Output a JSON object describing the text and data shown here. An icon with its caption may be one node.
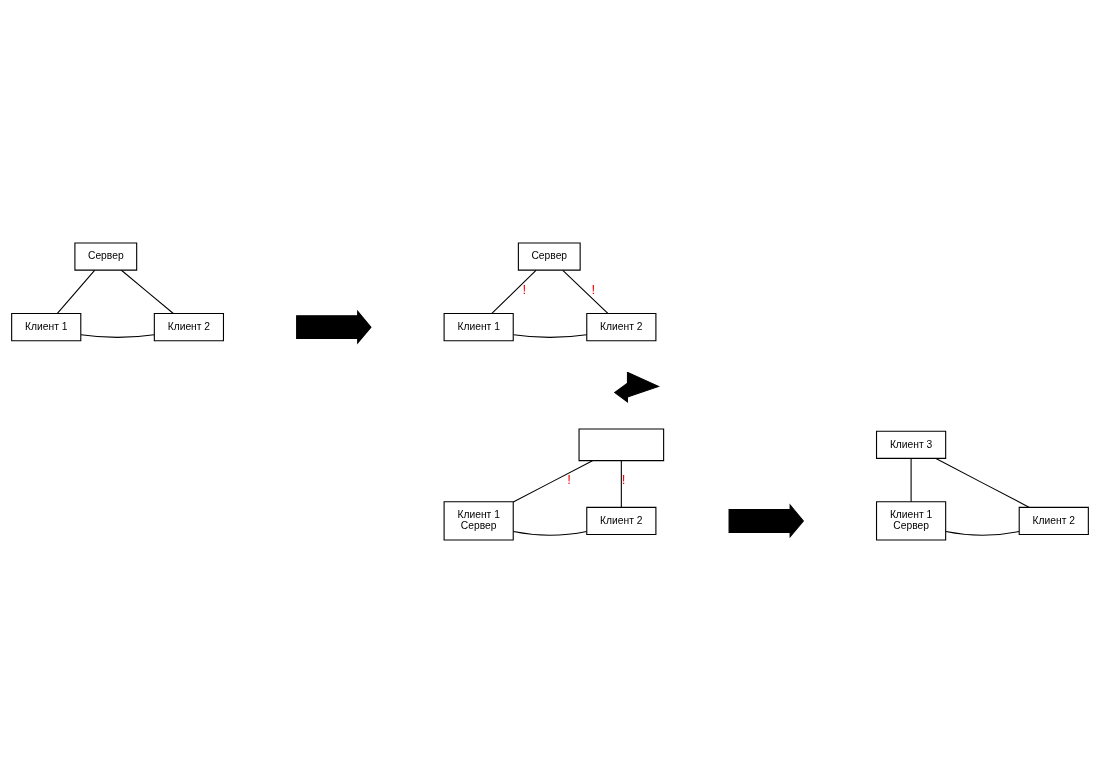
{
  "diagram": {
    "nodes": [
      {
        "text": [
          "Сервер"
        ]
      },
      {
        "text": [
          "Клиент 1"
        ]
      },
      {
        "text": [
          "Клиент 2"
        ]
      },
      {
        "text": [],
        "shape": "arrow"
      },
      {
        "text": [
          "Сервер"
        ]
      },
      {
        "text": [
          "Клиент 1"
        ]
      },
      {
        "text": [
          "Клиент 2"
        ]
      },
      {
        "text": [],
        "shape": "arrow"
      },
      {
        "text": [],
        "shape": "box"
      },
      {
        "text": [
          "Клиент 1",
          "Сервер"
        ]
      },
      {
        "text": [
          "Клиент 2"
        ]
      },
      {
        "text": [],
        "shape": "arrow"
      },
      {
        "text": [
          "Клиент 3"
        ]
      },
      {
        "text": [
          "Клиент 1",
          "Сервер"
        ]
      },
      {
        "text": [
          "Клиент 2"
        ]
      }
    ],
    "edges": [
      {
        "from": 0,
        "to": 1,
        "arrow": "none"
      },
      {
        "from": 0,
        "to": 2,
        "arrow": "none"
      },
      {
        "from": 1,
        "to": 2,
        "arrow": "none"
      },
      {
        "from": 4,
        "to": 5,
        "arrow": "none",
        "label": "!"
      },
      {
        "from": 4,
        "to": 6,
        "arrow": "none",
        "label": "!"
      },
      {
        "from": 5,
        "to": 6,
        "arrow": "none"
      },
      {
        "from": 8,
        "to": 9,
        "arrow": "none",
        "label": "!"
      },
      {
        "from": 8,
        "to": 10,
        "arrow": "none",
        "label": "!"
      },
      {
        "from": 9,
        "to": 10,
        "arrow": "none"
      },
      {
        "from": 12,
        "to": 13,
        "arrow": "none"
      },
      {
        "from": 12,
        "to": 14,
        "arrow": "none"
      },
      {
        "from": 13,
        "to": 14,
        "arrow": "none"
      }
    ]
  }
}
